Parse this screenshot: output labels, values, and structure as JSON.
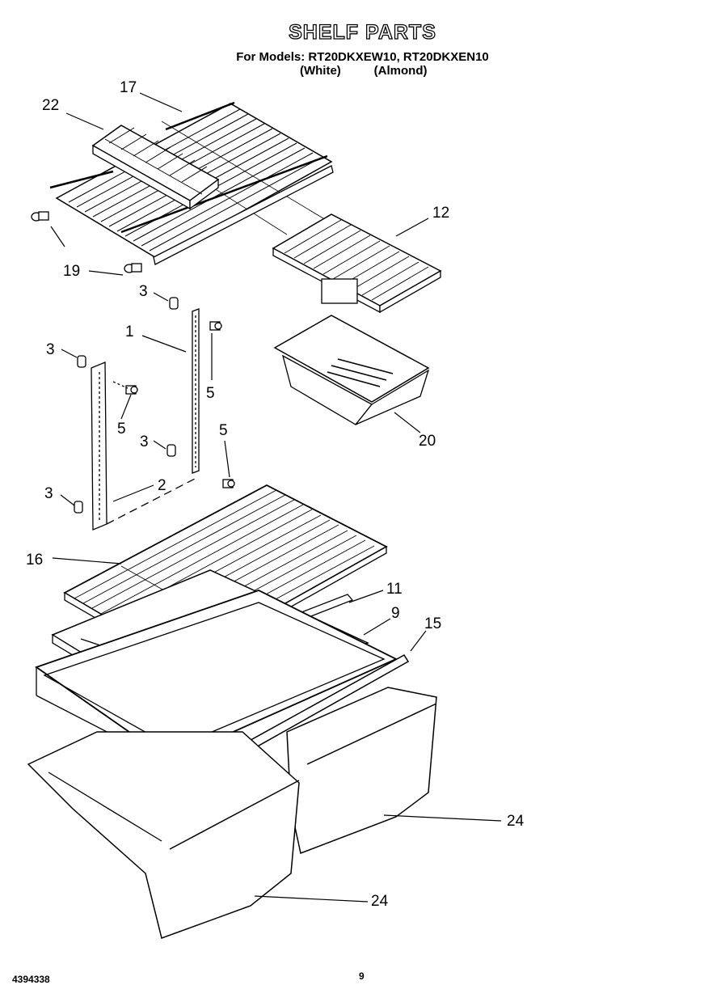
{
  "title": "SHELF PARTS",
  "models_line": "For Models: RT20DKXEW10, RT20DKXEN10",
  "color_white": "(White)",
  "color_almond": "(Almond)",
  "doc_number": "4394338",
  "page_number": "9",
  "callouts": [
    {
      "id": "17",
      "label": "17"
    },
    {
      "id": "22",
      "label": "22"
    },
    {
      "id": "19",
      "label": "19"
    },
    {
      "id": "12",
      "label": "12"
    },
    {
      "id": "3a",
      "label": "3"
    },
    {
      "id": "1",
      "label": "1"
    },
    {
      "id": "3b",
      "label": "3"
    },
    {
      "id": "5a",
      "label": "5"
    },
    {
      "id": "5b",
      "label": "5"
    },
    {
      "id": "3c",
      "label": "3"
    },
    {
      "id": "5c",
      "label": "5"
    },
    {
      "id": "20",
      "label": "20"
    },
    {
      "id": "3d",
      "label": "3"
    },
    {
      "id": "2",
      "label": "2"
    },
    {
      "id": "16",
      "label": "16"
    },
    {
      "id": "11",
      "label": "11"
    },
    {
      "id": "9",
      "label": "9"
    },
    {
      "id": "15",
      "label": "15"
    },
    {
      "id": "24a",
      "label": "24"
    },
    {
      "id": "24b",
      "label": "24"
    }
  ]
}
